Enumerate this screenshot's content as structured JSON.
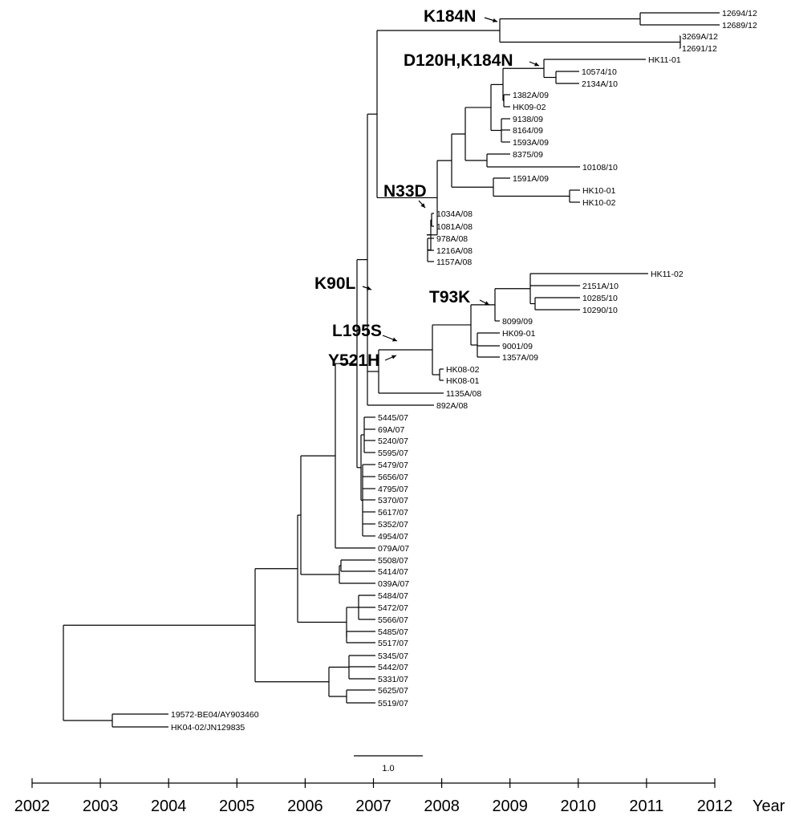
{
  "tips": [
    {
      "id": "t12694",
      "label": "12694/12"
    },
    {
      "id": "t12689",
      "label": "12689/12"
    },
    {
      "id": "t3269",
      "label": "3269A/12"
    },
    {
      "id": "t12691",
      "label": "12691/12"
    },
    {
      "id": "tHK1101",
      "label": "HK11-01"
    },
    {
      "id": "t10574",
      "label": "10574/10"
    },
    {
      "id": "t2134",
      "label": "2134A/10"
    },
    {
      "id": "t1382",
      "label": "1382A/09"
    },
    {
      "id": "tHK0902",
      "label": "HK09-02"
    },
    {
      "id": "t9138",
      "label": "9138/09"
    },
    {
      "id": "t8164",
      "label": "8164/09"
    },
    {
      "id": "t1593",
      "label": "1593A/09"
    },
    {
      "id": "t8375",
      "label": "8375/09"
    },
    {
      "id": "t10108",
      "label": "10108/10"
    },
    {
      "id": "t1591",
      "label": "1591A/09"
    },
    {
      "id": "tHK1001",
      "label": "HK10-01"
    },
    {
      "id": "tHK1002",
      "label": "HK10-02"
    },
    {
      "id": "t1034",
      "label": "1034A/08"
    },
    {
      "id": "t1081",
      "label": "1081A/08"
    },
    {
      "id": "t978",
      "label": "978A/08"
    },
    {
      "id": "t1216",
      "label": "1216A/08"
    },
    {
      "id": "t1157",
      "label": "1157A/08"
    },
    {
      "id": "tHK1102",
      "label": "HK11-02"
    },
    {
      "id": "t2151",
      "label": "2151A/10"
    },
    {
      "id": "t10285",
      "label": "10285/10"
    },
    {
      "id": "t10290",
      "label": "10290/10"
    },
    {
      "id": "t8099",
      "label": "8099/09"
    },
    {
      "id": "tHK0901",
      "label": "HK09-01"
    },
    {
      "id": "t9001",
      "label": "9001/09"
    },
    {
      "id": "t1357",
      "label": "1357A/09"
    },
    {
      "id": "tHK0802",
      "label": "HK08-02"
    },
    {
      "id": "tHK0801",
      "label": "HK08-01"
    },
    {
      "id": "t1135",
      "label": "1135A/08"
    },
    {
      "id": "t892",
      "label": "892A/08"
    },
    {
      "id": "t5445",
      "label": "5445/07"
    },
    {
      "id": "t69A",
      "label": "69A/07"
    },
    {
      "id": "t5240",
      "label": "5240/07"
    },
    {
      "id": "t5595",
      "label": "5595/07"
    },
    {
      "id": "t5479",
      "label": "5479/07"
    },
    {
      "id": "t5656",
      "label": "5656/07"
    },
    {
      "id": "t4795",
      "label": "4795/07"
    },
    {
      "id": "t5370",
      "label": "5370/07"
    },
    {
      "id": "t5617",
      "label": "5617/07"
    },
    {
      "id": "t5352",
      "label": "5352/07"
    },
    {
      "id": "t4954",
      "label": "4954/07"
    },
    {
      "id": "t079A",
      "label": "079A/07"
    },
    {
      "id": "t5508",
      "label": "5508/07"
    },
    {
      "id": "t5414",
      "label": "5414/07"
    },
    {
      "id": "t039A",
      "label": "039A/07"
    },
    {
      "id": "t5484",
      "label": "5484/07"
    },
    {
      "id": "t5472",
      "label": "5472/07"
    },
    {
      "id": "t5566",
      "label": "5566/07"
    },
    {
      "id": "t5485",
      "label": "5485/07"
    },
    {
      "id": "t5517",
      "label": "5517/07"
    },
    {
      "id": "t5345",
      "label": "5345/07"
    },
    {
      "id": "t5442",
      "label": "5442/07"
    },
    {
      "id": "t5331",
      "label": "5331/07"
    },
    {
      "id": "t5625",
      "label": "5625/07"
    },
    {
      "id": "t5519",
      "label": "5519/07"
    },
    {
      "id": "t19572",
      "label": "19572-BE04/AY903460"
    },
    {
      "id": "tHK0402",
      "label": "HK04-02/JN129835"
    }
  ],
  "mutations": [
    {
      "id": "k184n-top",
      "label": "K184N"
    },
    {
      "id": "d120h-k184n",
      "label": "D120H,K184N"
    },
    {
      "id": "n33d",
      "label": "N33D"
    },
    {
      "id": "k90l",
      "label": "K90L"
    },
    {
      "id": "t93k",
      "label": "T93K"
    },
    {
      "id": "l195s",
      "label": "L195S"
    },
    {
      "id": "y521h",
      "label": "Y521H"
    }
  ],
  "axis": {
    "years": [
      "2002",
      "2003",
      "2004",
      "2005",
      "2006",
      "2007",
      "2008",
      "2009",
      "2010",
      "2011",
      "2012"
    ],
    "unit_label": "Year"
  },
  "scale_bar": {
    "label": "1.0"
  }
}
